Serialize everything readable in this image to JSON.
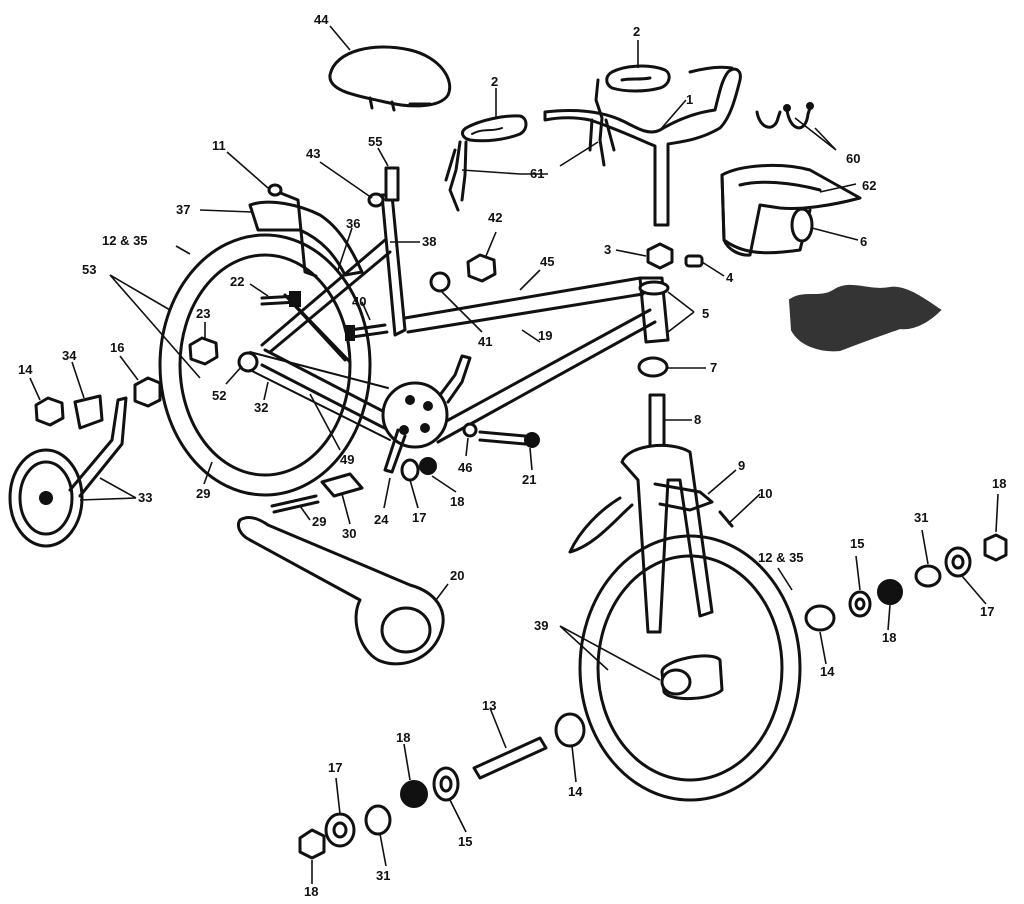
{
  "diagram": {
    "callouts": [
      {
        "id": "c44",
        "text": "44"
      },
      {
        "id": "c2a",
        "text": "2"
      },
      {
        "id": "c2b",
        "text": "2"
      },
      {
        "id": "c1",
        "text": "1"
      },
      {
        "id": "c61",
        "text": "61"
      },
      {
        "id": "c60",
        "text": "60"
      },
      {
        "id": "c62",
        "text": "62"
      },
      {
        "id": "c6",
        "text": "6"
      },
      {
        "id": "c11",
        "text": "11"
      },
      {
        "id": "c43",
        "text": "43"
      },
      {
        "id": "c55",
        "text": "55"
      },
      {
        "id": "c37",
        "text": "37"
      },
      {
        "id": "c36",
        "text": "36"
      },
      {
        "id": "c1235a",
        "text": "12 & 35"
      },
      {
        "id": "c38",
        "text": "38"
      },
      {
        "id": "c42",
        "text": "42"
      },
      {
        "id": "c3",
        "text": "3"
      },
      {
        "id": "c4",
        "text": "4"
      },
      {
        "id": "c45",
        "text": "45"
      },
      {
        "id": "c53",
        "text": "53"
      },
      {
        "id": "c22",
        "text": "22"
      },
      {
        "id": "c40",
        "text": "40"
      },
      {
        "id": "c41",
        "text": "41"
      },
      {
        "id": "c19",
        "text": "19"
      },
      {
        "id": "c5",
        "text": "5"
      },
      {
        "id": "c23",
        "text": "23"
      },
      {
        "id": "c7",
        "text": "7"
      },
      {
        "id": "c14a",
        "text": "14"
      },
      {
        "id": "c34",
        "text": "34"
      },
      {
        "id": "c16",
        "text": "16"
      },
      {
        "id": "c52",
        "text": "52"
      },
      {
        "id": "c8",
        "text": "8"
      },
      {
        "id": "c32",
        "text": "32"
      },
      {
        "id": "c49",
        "text": "49"
      },
      {
        "id": "c46",
        "text": "46"
      },
      {
        "id": "c21",
        "text": "21"
      },
      {
        "id": "c9",
        "text": "9"
      },
      {
        "id": "c10",
        "text": "10"
      },
      {
        "id": "c33",
        "text": "33"
      },
      {
        "id": "c29a",
        "text": "29"
      },
      {
        "id": "c29b",
        "text": "29"
      },
      {
        "id": "c30",
        "text": "30"
      },
      {
        "id": "c24",
        "text": "24"
      },
      {
        "id": "c17a",
        "text": "17"
      },
      {
        "id": "c18a",
        "text": "18"
      },
      {
        "id": "c1235b",
        "text": "12 & 35"
      },
      {
        "id": "c15a",
        "text": "15"
      },
      {
        "id": "c31a",
        "text": "31"
      },
      {
        "id": "c18b",
        "text": "18"
      },
      {
        "id": "c20",
        "text": "20"
      },
      {
        "id": "c14b",
        "text": "14"
      },
      {
        "id": "c18c",
        "text": "18"
      },
      {
        "id": "c17b",
        "text": "17"
      },
      {
        "id": "c39",
        "text": "39"
      },
      {
        "id": "c13",
        "text": "13"
      },
      {
        "id": "c14c",
        "text": "14"
      },
      {
        "id": "c17c",
        "text": "17"
      },
      {
        "id": "c18d",
        "text": "18"
      },
      {
        "id": "c15b",
        "text": "15"
      },
      {
        "id": "c18e",
        "text": "18"
      },
      {
        "id": "c31b",
        "text": "31"
      }
    ]
  }
}
